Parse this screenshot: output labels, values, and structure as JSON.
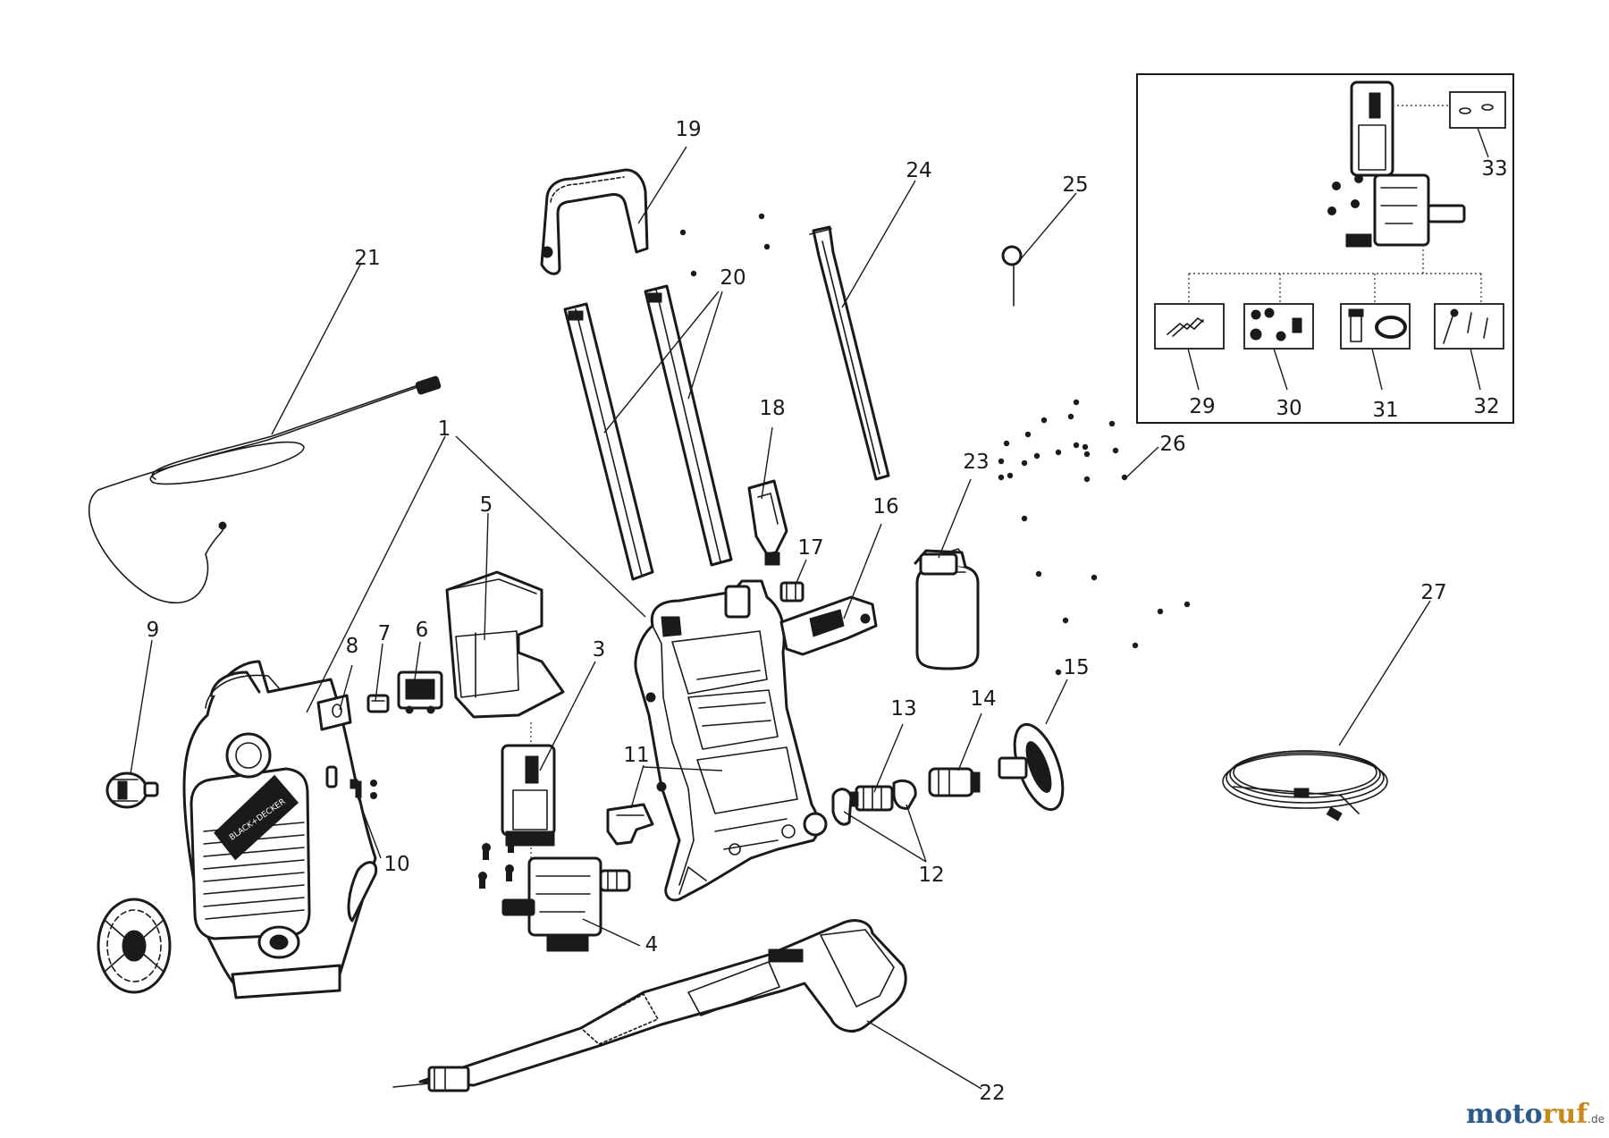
{
  "labels": {
    "p1": "1",
    "p3": "3",
    "p4": "4",
    "p5": "5",
    "p6": "6",
    "p7": "7",
    "p8": "8",
    "p9": "9",
    "p10": "10",
    "p11": "11",
    "p12": "12",
    "p13": "13",
    "p14": "14",
    "p15": "15",
    "p16": "16",
    "p17": "17",
    "p18": "18",
    "p19": "19",
    "p20": "20",
    "p21": "21",
    "p22": "22",
    "p23": "23",
    "p24": "24",
    "p25": "25",
    "p26": "26",
    "p27": "27",
    "p29": "29",
    "p30": "30",
    "p31": "31",
    "p32": "32",
    "p33": "33"
  },
  "housing_logo": "BLACK+DECKER",
  "watermark": {
    "part1": "moto",
    "part2": "ruf",
    "suffix": ".de"
  },
  "colors": {
    "line": "#1a1a1a",
    "watermark_blue": "#2b5a8c",
    "watermark_orange": "#c7891b"
  }
}
